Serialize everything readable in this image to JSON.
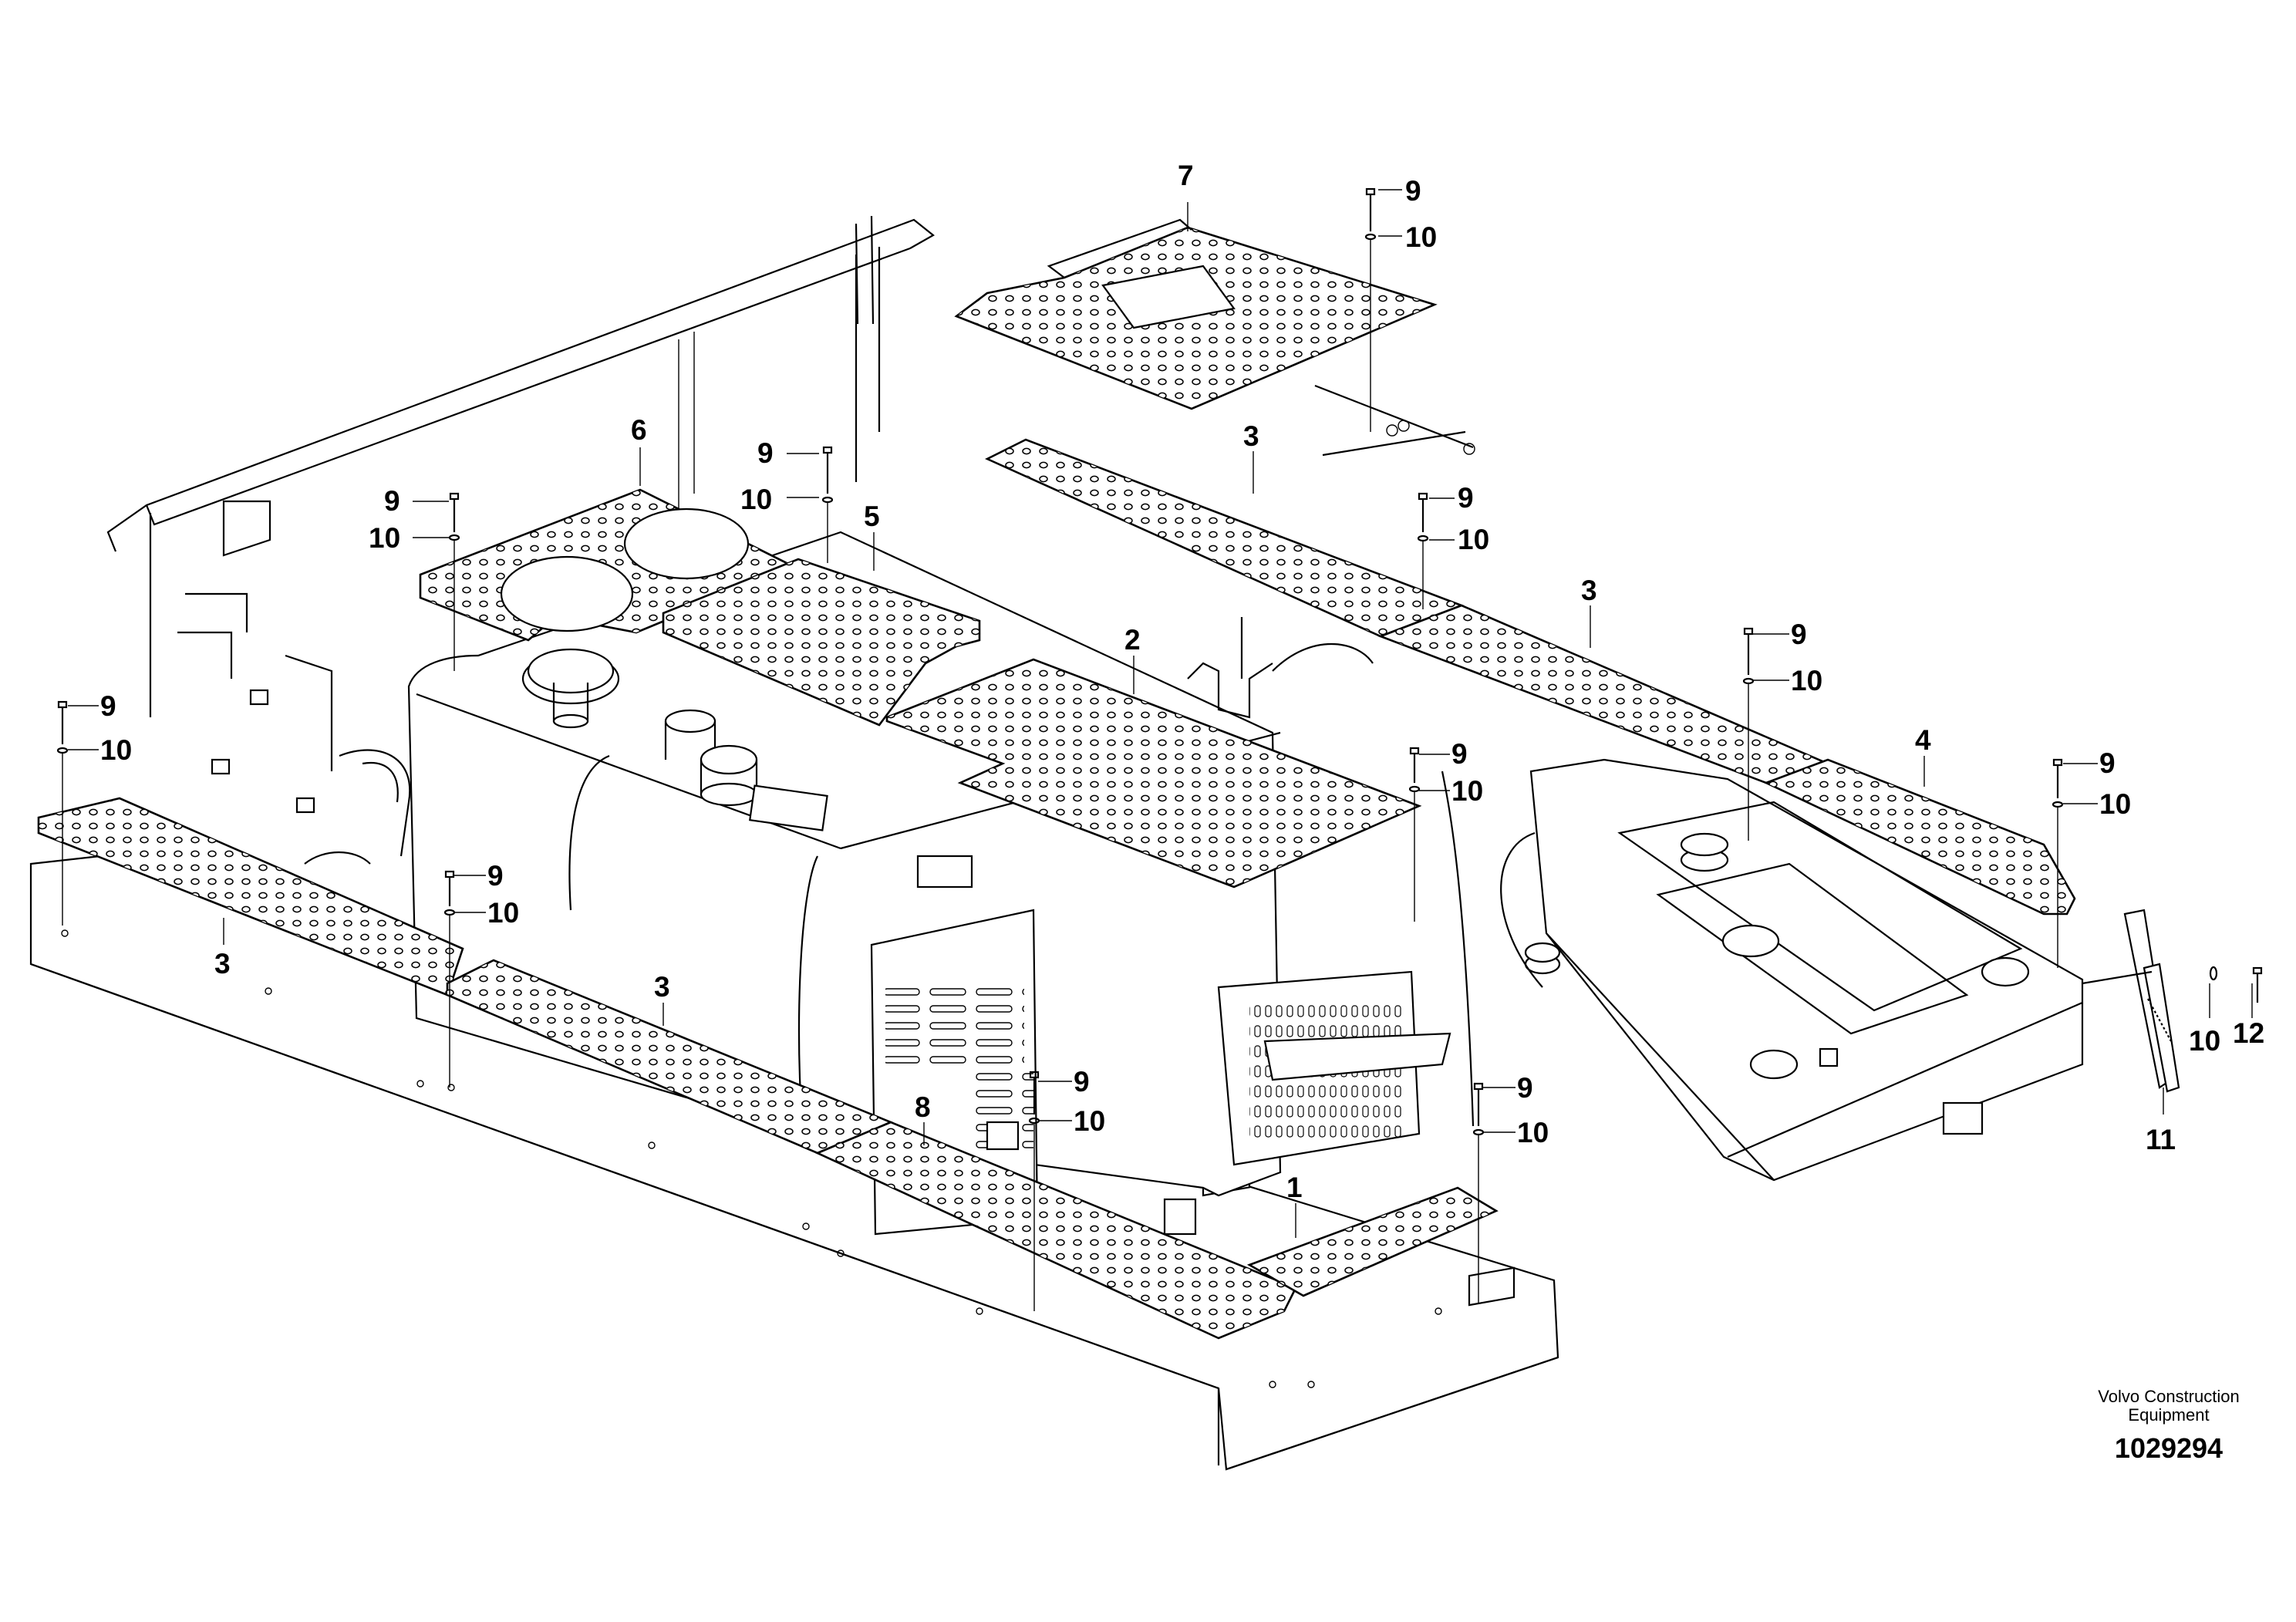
{
  "diagram": {
    "callouts": [
      {
        "id": "c-7",
        "text": "7"
      },
      {
        "id": "c-9a",
        "text": "9"
      },
      {
        "id": "c-10a",
        "text": "10"
      },
      {
        "id": "c-6",
        "text": "6"
      },
      {
        "id": "c-9b",
        "text": "9"
      },
      {
        "id": "c-10b",
        "text": "10"
      },
      {
        "id": "c-9c",
        "text": "9"
      },
      {
        "id": "c-10c",
        "text": "10"
      },
      {
        "id": "c-5",
        "text": "5"
      },
      {
        "id": "c-3a",
        "text": "3"
      },
      {
        "id": "c-9d",
        "text": "9"
      },
      {
        "id": "c-10d",
        "text": "10"
      },
      {
        "id": "c-3b",
        "text": "3"
      },
      {
        "id": "c-2",
        "text": "2"
      },
      {
        "id": "c-9e",
        "text": "9"
      },
      {
        "id": "c-10e",
        "text": "10"
      },
      {
        "id": "c-4",
        "text": "4"
      },
      {
        "id": "c-9f",
        "text": "9"
      },
      {
        "id": "c-10f",
        "text": "10"
      },
      {
        "id": "c-9g",
        "text": "9"
      },
      {
        "id": "c-10g",
        "text": "10"
      },
      {
        "id": "c-9h",
        "text": "9"
      },
      {
        "id": "c-10h",
        "text": "10"
      },
      {
        "id": "c-3c",
        "text": "3"
      },
      {
        "id": "c-9i",
        "text": "9"
      },
      {
        "id": "c-10i",
        "text": "10"
      },
      {
        "id": "c-3d",
        "text": "3"
      },
      {
        "id": "c-8",
        "text": "8"
      },
      {
        "id": "c-9j",
        "text": "9"
      },
      {
        "id": "c-10j",
        "text": "10"
      },
      {
        "id": "c-9k",
        "text": "9"
      },
      {
        "id": "c-10k",
        "text": "10"
      },
      {
        "id": "c-1",
        "text": "1"
      },
      {
        "id": "c-10l",
        "text": "10"
      },
      {
        "id": "c-12",
        "text": "12"
      },
      {
        "id": "c-11",
        "text": "11"
      }
    ],
    "brand_line1": "Volvo Construction",
    "brand_line2": "Equipment",
    "document_number": "1029294"
  }
}
